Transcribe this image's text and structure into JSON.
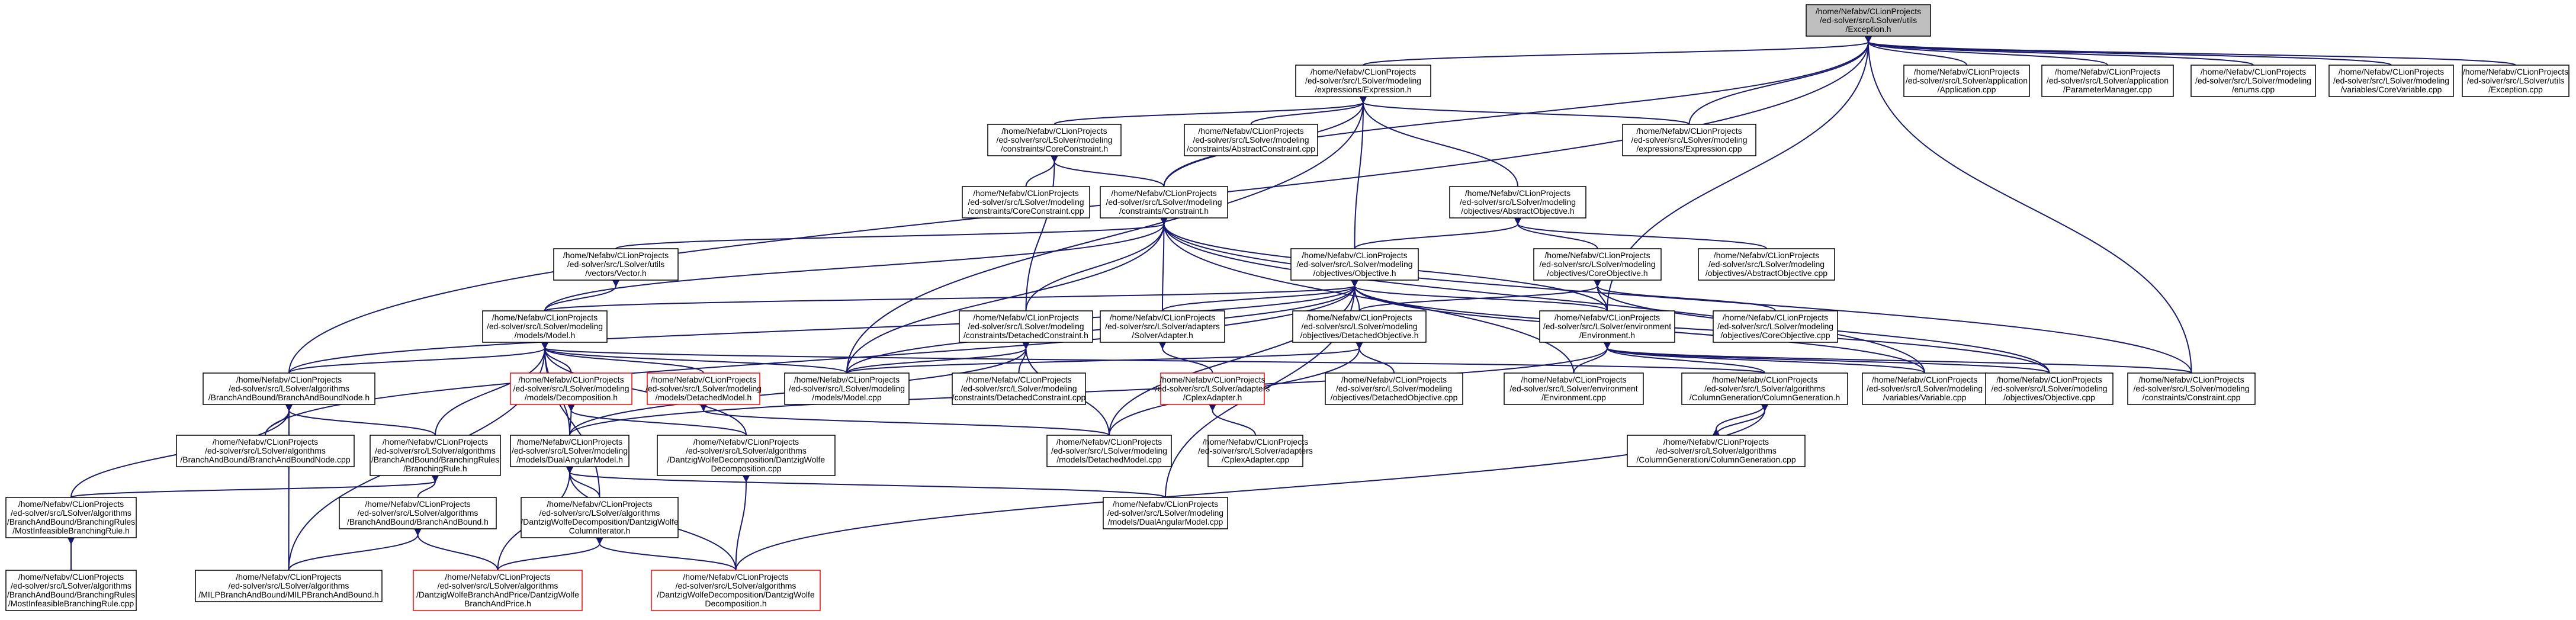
{
  "colors": {
    "edge": "#191970",
    "highlight_fill": "#bfbfbf",
    "red_border": "#ff0000",
    "node_border": "#000000"
  },
  "nodes": [
    {
      "id": "exc_h",
      "kind": "highlight",
      "lines": [
        "/home/Nefabv/CLionProjects",
        "/ed-solver/src/LSolver/utils",
        "/Exception.h"
      ]
    },
    {
      "id": "expr_h",
      "lines": [
        "/home/Nefabv/CLionProjects",
        "/ed-solver/src/LSolver/modeling",
        "/expressions/Expression.h"
      ]
    },
    {
      "id": "app_cpp",
      "lines": [
        "/home/Nefabv/CLionProjects",
        "/ed-solver/src/LSolver/application",
        "/Application.cpp"
      ]
    },
    {
      "id": "pm_cpp",
      "lines": [
        "/home/Nefabv/CLionProjects",
        "/ed-solver/src/LSolver/application",
        "/ParameterManager.cpp"
      ]
    },
    {
      "id": "enums_cpp",
      "lines": [
        "/home/Nefabv/CLionProjects",
        "/ed-solver/src/LSolver/modeling",
        "/enums.cpp"
      ]
    },
    {
      "id": "cvar_cpp",
      "lines": [
        "/home/Nefabv/CLionProjects",
        "/ed-solver/src/LSolver/modeling",
        "/variables/CoreVariable.cpp"
      ]
    },
    {
      "id": "exc_cpp",
      "lines": [
        "/home/Nefabv/CLionProjects",
        "/ed-solver/src/LSolver/utils",
        "/Exception.cpp"
      ]
    },
    {
      "id": "cc_h",
      "lines": [
        "/home/Nefabv/CLionProjects",
        "/ed-solver/src/LSolver/modeling",
        "/constraints/CoreConstraint.h"
      ]
    },
    {
      "id": "ac_cpp",
      "lines": [
        "/home/Nefabv/CLionProjects",
        "/ed-solver/src/LSolver/modeling",
        "/constraints/AbstractConstraint.cpp"
      ]
    },
    {
      "id": "expr_cpp",
      "lines": [
        "/home/Nefabv/CLionProjects",
        "/ed-solver/src/LSolver/modeling",
        "/expressions/Expression.cpp"
      ]
    },
    {
      "id": "cc_cpp",
      "lines": [
        "/home/Nefabv/CLionProjects",
        "/ed-solver/src/LSolver/modeling",
        "/constraints/CoreConstraint.cpp"
      ]
    },
    {
      "id": "c_h",
      "lines": [
        "/home/Nefabv/CLionProjects",
        "/ed-solver/src/LSolver/modeling",
        "/constraints/Constraint.h"
      ]
    },
    {
      "id": "ao_h",
      "lines": [
        "/home/Nefabv/CLionProjects",
        "/ed-solver/src/LSolver/modeling",
        "/objectives/AbstractObjective.h"
      ]
    },
    {
      "id": "vec_h",
      "lines": [
        "/home/Nefabv/CLionProjects",
        "/ed-solver/src/LSolver/utils",
        "/vectors/Vector.h"
      ]
    },
    {
      "id": "obj_h",
      "lines": [
        "/home/Nefabv/CLionProjects",
        "/ed-solver/src/LSolver/modeling",
        "/objectives/Objective.h"
      ]
    },
    {
      "id": "co_h",
      "lines": [
        "/home/Nefabv/CLionProjects",
        "/ed-solver/src/LSolver/modeling",
        "/objectives/CoreObjective.h"
      ]
    },
    {
      "id": "ao_cpp",
      "lines": [
        "/home/Nefabv/CLionProjects",
        "/ed-solver/src/LSolver/modeling",
        "/objectives/AbstractObjective.cpp"
      ]
    },
    {
      "id": "model_h",
      "lines": [
        "/home/Nefabv/CLionProjects",
        "/ed-solver/src/LSolver/modeling",
        "/models/Model.h"
      ]
    },
    {
      "id": "dc_h",
      "lines": [
        "/home/Nefabv/CLionProjects",
        "/ed-solver/src/LSolver/modeling",
        "/constraints/DetachedConstraint.h"
      ]
    },
    {
      "id": "sa_h",
      "lines": [
        "/home/Nefabv/CLionProjects",
        "/ed-solver/src/LSolver/adapters",
        "/SolverAdapter.h"
      ]
    },
    {
      "id": "do_h",
      "lines": [
        "/home/Nefabv/CLionProjects",
        "/ed-solver/src/LSolver/modeling",
        "/objectives/DetachedObjective.h"
      ]
    },
    {
      "id": "env_h",
      "lines": [
        "/home/Nefabv/CLionProjects",
        "/ed-solver/src/LSolver/environment",
        "/Environment.h"
      ]
    },
    {
      "id": "co_cpp",
      "lines": [
        "/home/Nefabv/CLionProjects",
        "/ed-solver/src/LSolver/modeling",
        "/objectives/CoreObjective.cpp"
      ]
    },
    {
      "id": "bbn_h",
      "lines": [
        "/home/Nefabv/CLionProjects",
        "/ed-solver/src/LSolver/algorithms",
        "/BranchAndBound/BranchAndBoundNode.h"
      ]
    },
    {
      "id": "decomp_h",
      "kind": "red",
      "lines": [
        "/home/Nefabv/CLionProjects",
        "/ed-solver/src/LSolver/modeling",
        "/models/Decomposition.h"
      ]
    },
    {
      "id": "dm_h",
      "kind": "red",
      "lines": [
        "/home/Nefabv/CLionProjects",
        "/ed-solver/src/LSolver/modeling",
        "/models/DetachedModel.h"
      ]
    },
    {
      "id": "model_cpp",
      "lines": [
        "/home/Nefabv/CLionProjects",
        "/ed-solver/src/LSolver/modeling",
        "/models/Model.cpp"
      ]
    },
    {
      "id": "dc_cpp",
      "lines": [
        "/home/Nefabv/CLionProjects",
        "/ed-solver/src/LSolver/modeling",
        "/constraints/DetachedConstraint.cpp"
      ]
    },
    {
      "id": "cplex_h",
      "kind": "red",
      "lines": [
        "/home/Nefabv/CLionProjects",
        "/ed-solver/src/LSolver/adapters",
        "/CplexAdapter.h"
      ]
    },
    {
      "id": "do_cpp",
      "lines": [
        "/home/Nefabv/CLionProjects",
        "/ed-solver/src/LSolver/modeling",
        "/objectives/DetachedObjective.cpp"
      ]
    },
    {
      "id": "env_cpp",
      "lines": [
        "/home/Nefabv/CLionProjects",
        "/ed-solver/src/LSolver/environment",
        "/Environment.cpp"
      ]
    },
    {
      "id": "cg_h",
      "lines": [
        "/home/Nefabv/CLionProjects",
        "/ed-solver/src/LSolver/algorithms",
        "/ColumnGeneration/ColumnGeneration.h"
      ]
    },
    {
      "id": "var_cpp",
      "lines": [
        "/home/Nefabv/CLionProjects",
        "/ed-solver/src/LSolver/modeling",
        "/variables/Variable.cpp"
      ]
    },
    {
      "id": "obj_cpp",
      "lines": [
        "/home/Nefabv/CLionProjects",
        "/ed-solver/src/LSolver/modeling",
        "/objectives/Objective.cpp"
      ]
    },
    {
      "id": "c_cpp",
      "lines": [
        "/home/Nefabv/CLionProjects",
        "/ed-solver/src/LSolver/modeling",
        "/constraints/Constraint.cpp"
      ]
    },
    {
      "id": "bbn_cpp",
      "lines": [
        "/home/Nefabv/CLionProjects",
        "/ed-solver/src/LSolver/algorithms",
        "/BranchAndBound/BranchAndBoundNode.cpp"
      ]
    },
    {
      "id": "br_h",
      "lines": [
        "/home/Nefabv/CLionProjects",
        "/ed-solver/src/LSolver/algorithms",
        "/BranchAndBound/BranchingRules",
        "/BranchingRule.h"
      ]
    },
    {
      "id": "dam_h",
      "lines": [
        "/home/Nefabv/CLionProjects",
        "/ed-solver/src/LSolver/modeling",
        "/models/DualAngularModel.h"
      ]
    },
    {
      "id": "dwd_cpp",
      "lines": [
        "/home/Nefabv/CLionProjects",
        "/ed-solver/src/LSolver/algorithms",
        "/DantzigWolfeDecomposition/DantzigWolfe",
        "Decomposition.cpp"
      ]
    },
    {
      "id": "dm_cpp",
      "lines": [
        "/home/Nefabv/CLionProjects",
        "/ed-solver/src/LSolver/modeling",
        "/models/DetachedModel.cpp"
      ]
    },
    {
      "id": "cplex_cpp",
      "lines": [
        "/home/Nefabv/CLionProjects",
        "/ed-solver/src/LSolver/adapters",
        "/CplexAdapter.cpp"
      ]
    },
    {
      "id": "cg_cpp",
      "lines": [
        "/home/Nefabv/CLionProjects",
        "/ed-solver/src/LSolver/algorithms",
        "/ColumnGeneration/ColumnGeneration.cpp"
      ]
    },
    {
      "id": "mib_h",
      "lines": [
        "/home/Nefabv/CLionProjects",
        "/ed-solver/src/LSolver/algorithms",
        "/BranchAndBound/BranchingRules",
        "/MostInfeasibleBranchingRule.h"
      ]
    },
    {
      "id": "bb_h",
      "lines": [
        "/home/Nefabv/CLionProjects",
        "/ed-solver/src/LSolver/algorithms",
        "/BranchAndBound/BranchAndBound.h"
      ]
    },
    {
      "id": "dwcg_h",
      "lines": [
        "/home/Nefabv/CLionProjects",
        "/ed-solver/src/LSolver/algorithms",
        "/DantzigWolfeDecomposition/DantzigWolfe",
        "ColumnIterator.h"
      ]
    },
    {
      "id": "dam_cpp",
      "lines": [
        "/home/Nefabv/CLionProjects",
        "/ed-solver/src/LSolver/modeling",
        "/models/DualAngularModel.cpp"
      ]
    },
    {
      "id": "mib_cpp",
      "lines": [
        "/home/Nefabv/CLionProjects",
        "/ed-solver/src/LSolver/algorithms",
        "/BranchAndBound/BranchingRules",
        "/MostInfeasibleBranchingRule.cpp"
      ]
    },
    {
      "id": "milp_cpp",
      "lines": [
        "/home/Nefabv/CLionProjects",
        "/ed-solver/src/LSolver/algorithms",
        "/MILPBranchAndBound/MILPBranchAndBound.h"
      ]
    },
    {
      "id": "dwbp_h",
      "kind": "red",
      "lines": [
        "/home/Nefabv/CLionProjects",
        "/ed-solver/src/LSolver/algorithms",
        "/DantzigWolfeBranchAndPrice/DantzigWolfe",
        "BranchAndPrice.h"
      ]
    },
    {
      "id": "dwd_h",
      "kind": "red",
      "lines": [
        "/home/Nefabv/CLionProjects",
        "/ed-solver/src/LSolver/algorithms",
        "/DantzigWolfeDecomposition/DantzigWolfe",
        "Decomposition.h"
      ]
    }
  ]
}
